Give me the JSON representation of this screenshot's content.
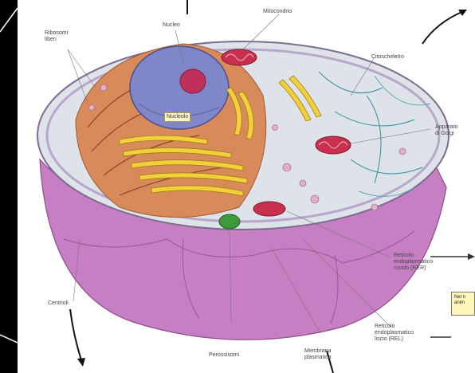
{
  "labels": {
    "ribosomi_liberi": "Ribosomi\nliberi",
    "nucleo": "Nucleo",
    "mitocondrio": "Mitocondrio",
    "citoscheletro": "Citoscheletro",
    "nucleolo": "Nucleolo",
    "apparato_golgi": "Apparato\ndi Golgi",
    "rer": "Reticolo\nendoplasmatico\nruvido (RER)",
    "centrioli": "Centrioli",
    "perossisomi": "Perossisomi",
    "membrana_plasmatica": "Membrana\nplasmatica",
    "rel": "Reticolo\nendoplasmatico\nliscio (REL)"
  },
  "side_box_text": "Nel n\nanim",
  "colors": {
    "background": "#000000",
    "panel": "#ffffff",
    "membrane": "#c77fc4",
    "nucleus": "#7f87c9",
    "golgi": "#f3d03b",
    "cytoplasm": "#dde3e8"
  }
}
